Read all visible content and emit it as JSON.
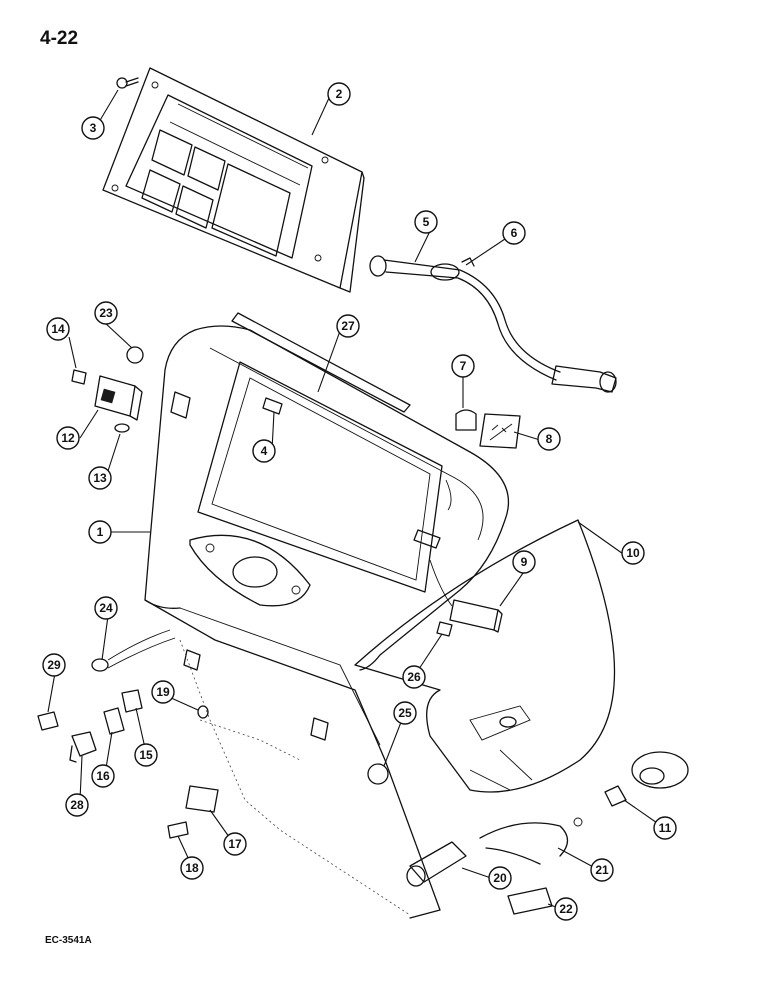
{
  "page": {
    "number": "4-22",
    "reference": "EC-3541A"
  },
  "callouts": [
    {
      "label": "1"
    },
    {
      "label": "2"
    },
    {
      "label": "3"
    },
    {
      "label": "4"
    },
    {
      "label": "5"
    },
    {
      "label": "6"
    },
    {
      "label": "7"
    },
    {
      "label": "8"
    },
    {
      "label": "9"
    },
    {
      "label": "10"
    },
    {
      "label": "11"
    },
    {
      "label": "12"
    },
    {
      "label": "13"
    },
    {
      "label": "14"
    },
    {
      "label": "15"
    },
    {
      "label": "16"
    },
    {
      "label": "17"
    },
    {
      "label": "18"
    },
    {
      "label": "19"
    },
    {
      "label": "20"
    },
    {
      "label": "21"
    },
    {
      "label": "22"
    },
    {
      "label": "23"
    },
    {
      "label": "24"
    },
    {
      "label": "25"
    },
    {
      "label": "26"
    },
    {
      "label": "27"
    },
    {
      "label": "28"
    },
    {
      "label": "29"
    }
  ]
}
